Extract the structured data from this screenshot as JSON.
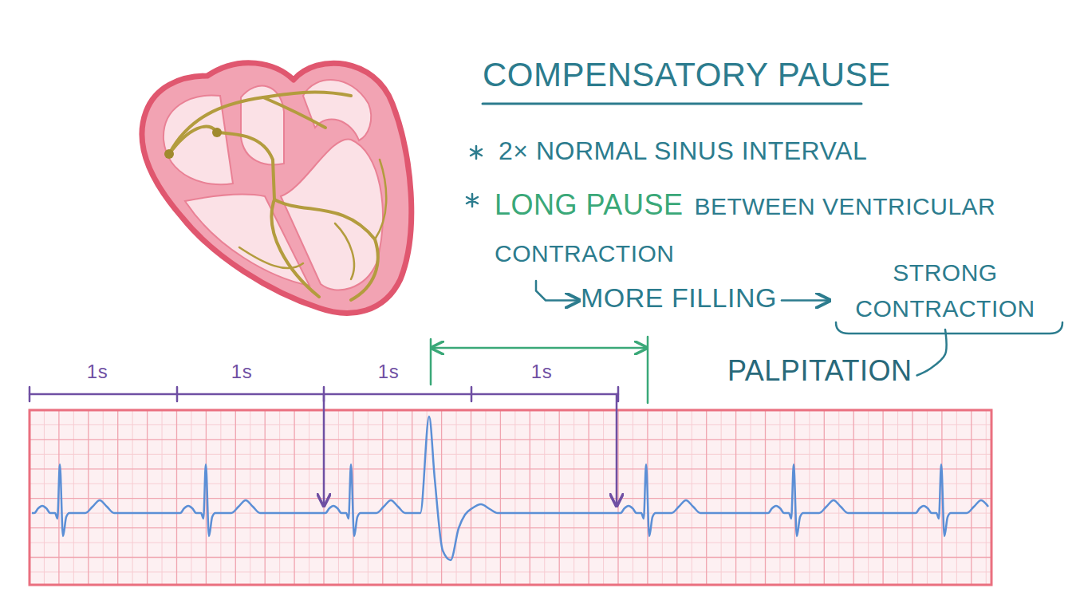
{
  "diagram": {
    "title": "COMPENSATORY PAUSE",
    "nodes": [
      {
        "text": [
          "LONG PAUSE",
          "BETWEEN VENTRICULAR CONTRACTION"
        ]
      },
      {
        "text": [
          "MORE FILLING"
        ]
      },
      {
        "text": [
          "STRONG CONTRACTION"
        ]
      },
      {
        "text": [
          "PALPITATION"
        ]
      }
    ],
    "edges": [
      {
        "from": 0,
        "to": 1,
        "arrow": "to"
      },
      {
        "from": 1,
        "to": 2,
        "arrow": "to"
      },
      {
        "from": 2,
        "to": 3,
        "arrow": "none"
      }
    ],
    "labels": [
      "2× NORMAL SINUS INTERVAL",
      "1s",
      "1s",
      "1s",
      "1s"
    ]
  }
}
